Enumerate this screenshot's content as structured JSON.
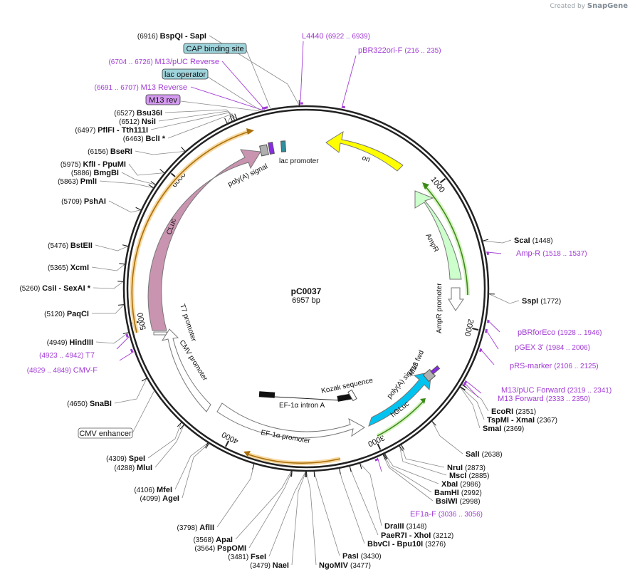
{
  "credit": {
    "prefix": "Created by",
    "brand": "SnapGene"
  },
  "plasmid": {
    "name": "pC0037",
    "size": "6957 bp"
  },
  "ticks": [
    {
      "pos": 1000,
      "label": "1000"
    },
    {
      "pos": 2000,
      "label": "2000"
    },
    {
      "pos": 3000,
      "label": "3000"
    },
    {
      "pos": 4000,
      "label": "4000"
    },
    {
      "pos": 5000,
      "label": "5000"
    },
    {
      "pos": 6000,
      "label": "6000"
    }
  ],
  "sites_left": [
    {
      "name": "BspQI - SapI",
      "pos": "(6916)"
    },
    {
      "name": "Bsu36I",
      "pos": "(6527)"
    },
    {
      "name": "NsiI",
      "pos": "(6512)"
    },
    {
      "name": "PflFI - Tth111I",
      "pos": "(6497)"
    },
    {
      "name": "BclI *",
      "pos": "(6463)"
    },
    {
      "name": "BseRI",
      "pos": "(6156)"
    },
    {
      "name": "KflI - PpuMI",
      "pos": "(5975)"
    },
    {
      "name": "BmgBI",
      "pos": "(5886)"
    },
    {
      "name": "PmlI",
      "pos": "(5863)"
    },
    {
      "name": "PshAI",
      "pos": "(5709)"
    },
    {
      "name": "BstEII",
      "pos": "(5476)"
    },
    {
      "name": "XcmI",
      "pos": "(5365)"
    },
    {
      "name": "CsiI - SexAI *",
      "pos": "(5260)"
    },
    {
      "name": "PaqCI",
      "pos": "(5120)"
    },
    {
      "name": "HindIII",
      "pos": "(4949)"
    },
    {
      "name": "SnaBI",
      "pos": "(4650)"
    },
    {
      "name": "SpeI",
      "pos": "(4309)"
    },
    {
      "name": "MluI",
      "pos": "(4288)"
    },
    {
      "name": "MfeI",
      "pos": "(4106)"
    },
    {
      "name": "AgeI",
      "pos": "(4099)"
    },
    {
      "name": "AflII",
      "pos": "(3798)"
    },
    {
      "name": "ApaI",
      "pos": "(3568)"
    },
    {
      "name": "PspOMI",
      "pos": "(3564)"
    },
    {
      "name": "FseI",
      "pos": "(3481)"
    },
    {
      "name": "NaeI",
      "pos": "(3479)"
    }
  ],
  "sites_right": [
    {
      "name": "ScaI",
      "pos": "(1448)"
    },
    {
      "name": "SspI",
      "pos": "(1772)"
    },
    {
      "name": "EcoRI",
      "pos": "(2351)"
    },
    {
      "name": "TspMI - XmaI",
      "pos": "(2367)"
    },
    {
      "name": "SmaI",
      "pos": "(2369)"
    },
    {
      "name": "SalI",
      "pos": "(2638)"
    },
    {
      "name": "NruI",
      "pos": "(2873)"
    },
    {
      "name": "MscI",
      "pos": "(2885)"
    },
    {
      "name": "XbaI",
      "pos": "(2986)"
    },
    {
      "name": "BamHI",
      "pos": "(2992)"
    },
    {
      "name": "BsiWI",
      "pos": "(2998)"
    },
    {
      "name": "DraIII",
      "pos": "(3148)"
    },
    {
      "name": "PaeR7I - XhoI",
      "pos": "(3212)"
    },
    {
      "name": "BbvCI - Bpu10I",
      "pos": "(3276)"
    },
    {
      "name": "PasI",
      "pos": "(3430)"
    },
    {
      "name": "NgoMIV",
      "pos": "(3477)"
    }
  ],
  "primers": [
    {
      "name": "L4440",
      "range": "(6922 .. 6939)"
    },
    {
      "name": "pBR322ori-F",
      "range": "(216 .. 235)"
    },
    {
      "name": "M13/pUC Reverse",
      "range": "(6704 .. 6726)"
    },
    {
      "name": "M13 Reverse",
      "range": "(6691 .. 6707)"
    },
    {
      "name": "Amp-R",
      "range": "(1518 .. 1537)"
    },
    {
      "name": "pBRforEco",
      "range": "(1928 .. 1946)"
    },
    {
      "name": "pGEX 3'",
      "range": "(1984 .. 2006)"
    },
    {
      "name": "pRS-marker",
      "range": "(2106 .. 2125)"
    },
    {
      "name": "M13/pUC Forward",
      "range": "(2319 .. 2341)"
    },
    {
      "name": "M13 Forward",
      "range": "(2333 .. 2350)"
    },
    {
      "name": "EF1a-F",
      "range": "(3036 .. 3056)"
    },
    {
      "name": "T7",
      "range": "(4923 .. 4942)"
    },
    {
      "name": "CMV-F",
      "range": "(4829 .. 4849)"
    }
  ],
  "boxed": [
    {
      "name": "CAP binding site"
    },
    {
      "name": "lac operator"
    },
    {
      "name": "M13 rev"
    },
    {
      "name": "CMV enhancer"
    }
  ],
  "features": [
    {
      "name": "ori"
    },
    {
      "name": "AmpR"
    },
    {
      "name": "AmpR promoter"
    },
    {
      "name": "lac promoter"
    },
    {
      "name": "poly(A) signal"
    },
    {
      "name": "CLuc"
    },
    {
      "name": "T7 promoter"
    },
    {
      "name": "CMV promoter"
    },
    {
      "name": "EF-1α promoter"
    },
    {
      "name": "EF-1α intron A"
    },
    {
      "name": "Kozak sequence"
    },
    {
      "name": "hGLuc"
    },
    {
      "name": "poly(A) signal"
    },
    {
      "name": "M13 fwd"
    }
  ],
  "colors": {
    "ori": "#ffff00",
    "ampr": "#ccffcc",
    "cluc": "#c994b0",
    "hgluc": "#00c3f0",
    "primer": "#a23cd6",
    "orf_orange": "#f8b040",
    "orf_green": "#5aa02c"
  }
}
